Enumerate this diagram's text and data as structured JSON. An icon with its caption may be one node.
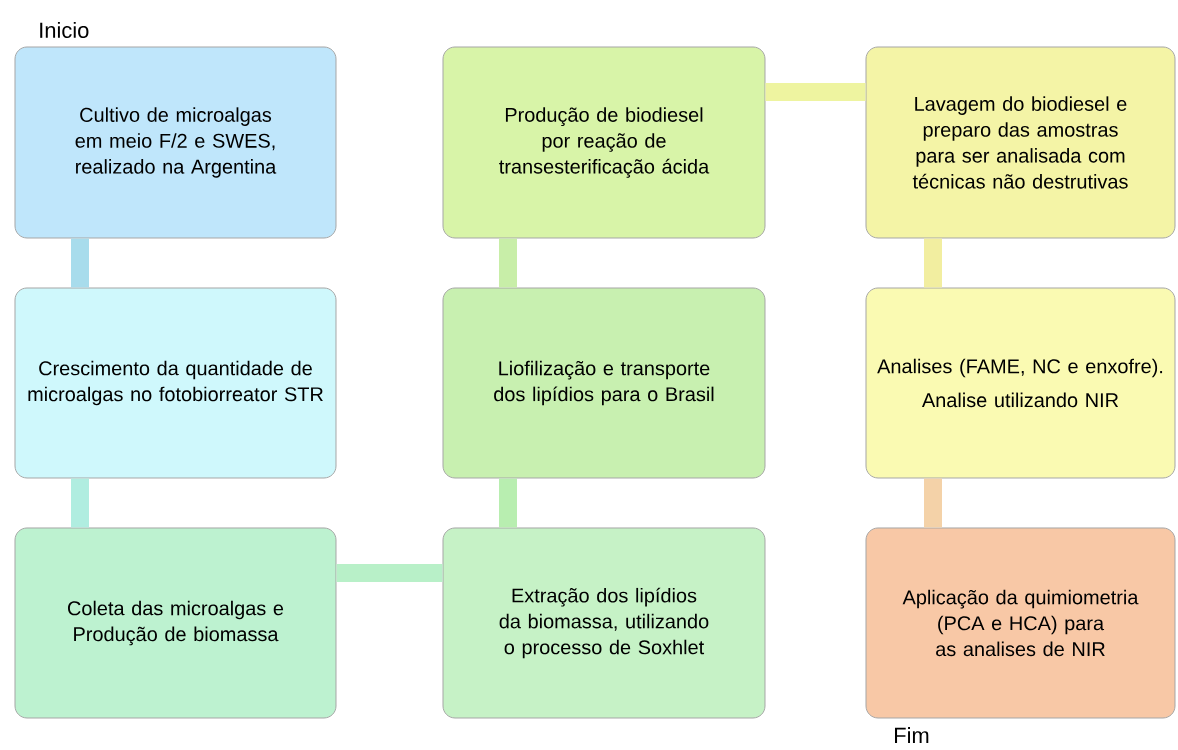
{
  "diagram": {
    "nodes": [
      {
        "text": [
          "Cultivo de microalgas em meio F/2 e SWES, realizado na Argentina"
        ]
      },
      {
        "text": [
          "Crescimento da quantidade de microalgas no fotobiorreator STR"
        ]
      },
      {
        "text": [
          "Coleta das microalgas e Produção de biomassa"
        ]
      },
      {
        "text": [
          "Extração dos lipídios da biomassa, utilizando o processo de Soxhlet"
        ]
      },
      {
        "text": [
          "Liofilização e transporte dos lipídios para o Brasil"
        ]
      },
      {
        "text": [
          "Produção de biodiesel por reação de transesterificação ácida"
        ]
      },
      {
        "text": [
          "Lavagem do biodiesel e preparo das amostras para ser analisada com técnicas não destrutivas"
        ]
      },
      {
        "text": [
          "Analises (FAME, NC e enxofre).",
          "Analise utilizando NIR"
        ]
      },
      {
        "text": [
          "Aplicação da quimiometria  (PCA e HCA) para as analises de NIR"
        ]
      }
    ],
    "edges": [
      {
        "from": 0,
        "to": 1,
        "arrow": "none"
      },
      {
        "from": 1,
        "to": 2,
        "arrow": "none"
      },
      {
        "from": 2,
        "to": 3,
        "arrow": "none"
      },
      {
        "from": 3,
        "to": 4,
        "arrow": "none"
      },
      {
        "from": 4,
        "to": 5,
        "arrow": "none"
      },
      {
        "from": 5,
        "to": 6,
        "arrow": "none"
      },
      {
        "from": 6,
        "to": 7,
        "arrow": "none"
      },
      {
        "from": 7,
        "to": 8,
        "arrow": "none"
      }
    ],
    "labels": [
      "Inicio",
      "Fim"
    ]
  }
}
